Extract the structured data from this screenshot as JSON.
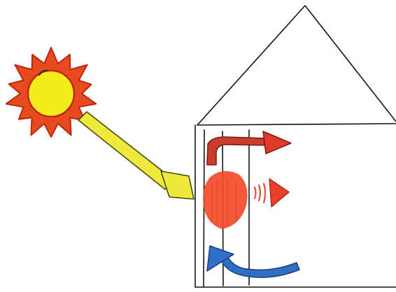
{
  "diagram": {
    "elements": [
      {
        "id": "sun",
        "icon": "sun-icon",
        "colors": {
          "rays": "#e84a1f",
          "outline": "#c0260c",
          "core": "#f2ec1a"
        }
      },
      {
        "id": "sunlight-arrow",
        "icon": "arrow-icon",
        "colors": {
          "fill": "#eee93a",
          "outline": "#4a4a10"
        }
      },
      {
        "id": "house",
        "icon": "house-icon",
        "colors": {
          "outline": "#141414"
        }
      },
      {
        "id": "thermal-wall",
        "icon": "wall-icon",
        "colors": {
          "outline": "#141414"
        }
      },
      {
        "id": "heat-blob",
        "icon": "heat-icon",
        "colors": {
          "fill": "#f24b2a"
        }
      },
      {
        "id": "radiated-heat",
        "icon": "radiation-arrow-icon",
        "colors": {
          "fill": "#e8402a"
        }
      },
      {
        "id": "warm-air-flow",
        "icon": "curved-arrow-icon",
        "colors": {
          "fill": "#c93d2a",
          "outline": "#7a1a10"
        }
      },
      {
        "id": "cool-air-flow",
        "icon": "curved-arrow-icon",
        "colors": {
          "fill": "#2f6fc8",
          "outline": "#1b3f7a"
        }
      }
    ]
  }
}
